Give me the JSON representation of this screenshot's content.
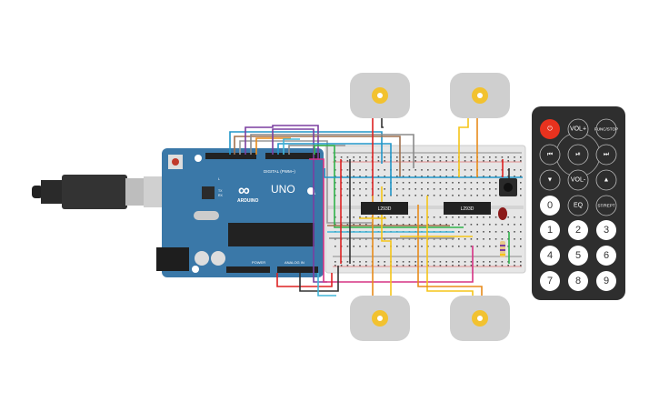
{
  "arduino": {
    "brand": "ARDUINO",
    "model": "UNO",
    "digital_header": "DIGITAL (PWM~)",
    "power_header": "POWER",
    "analog_header": "ANALOG IN",
    "led_l": "L",
    "led_tx": "TX",
    "led_rx": "RX",
    "led_on": "ON"
  },
  "chips": [
    {
      "label": "L293D"
    },
    {
      "label": "L293D"
    }
  ],
  "remote": {
    "buttons": [
      {
        "label": "",
        "icon": "power-icon"
      },
      {
        "label": "VOL+"
      },
      {
        "label": "FUNC/STOP"
      },
      {
        "label": "",
        "icon": "previous-icon"
      },
      {
        "label": "",
        "icon": "play-pause-icon"
      },
      {
        "label": "",
        "icon": "next-icon"
      },
      {
        "label": "",
        "icon": "down-arrow-icon"
      },
      {
        "label": "VOL-"
      },
      {
        "label": "",
        "icon": "up-arrow-icon"
      },
      {
        "label": "0"
      },
      {
        "label": "EQ"
      },
      {
        "label": "ST/REPT"
      },
      {
        "label": "1"
      },
      {
        "label": "2"
      },
      {
        "label": "3"
      },
      {
        "label": "4"
      },
      {
        "label": "5"
      },
      {
        "label": "6"
      },
      {
        "label": "7"
      },
      {
        "label": "8"
      },
      {
        "label": "9"
      }
    ]
  },
  "colors": {
    "board": "#3a78a8",
    "breadboard": "#e6e6e6",
    "remote": "#2e2e2e",
    "power_button": "#e8321e",
    "motor_gear": "#f2c230"
  }
}
